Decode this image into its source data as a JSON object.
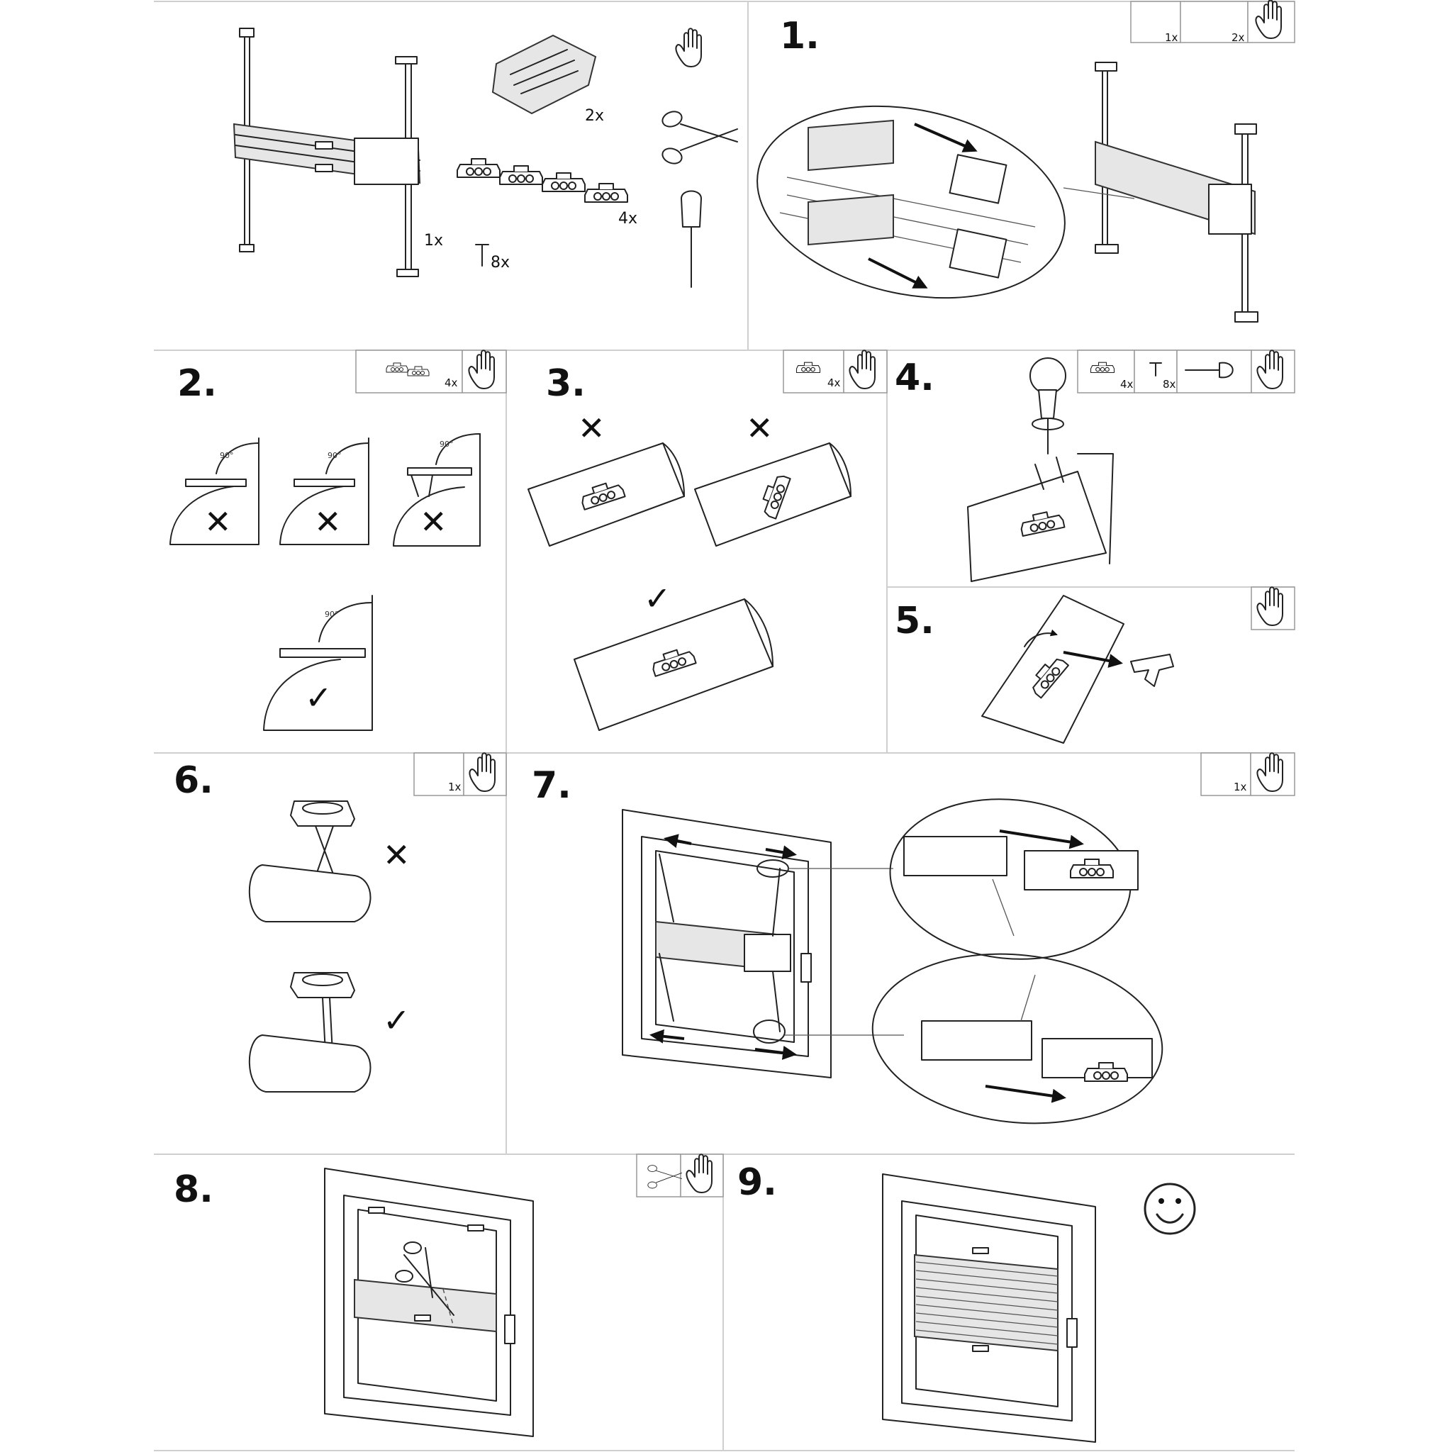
{
  "steps": [
    "1.",
    "2.",
    "3.",
    "4.",
    "5.",
    "6.",
    "7.",
    "8.",
    "9."
  ],
  "parts": {
    "blind_qty": "1x",
    "clip_qty": "2x",
    "bracket_qty": "4x",
    "screw_qty": "8x"
  },
  "step_icons": {
    "step1": [
      "1x",
      "2x"
    ],
    "step2": [
      "4x"
    ],
    "step3": [
      "4x"
    ],
    "step4": [
      "4x",
      "8x"
    ],
    "step6": [
      "1x"
    ],
    "step7": [
      "1x"
    ]
  },
  "angle_label": "90°",
  "marks": {
    "wrong": "✕",
    "right": "✓"
  },
  "icons": [
    "hand-icon",
    "scissors-icon",
    "screwdriver-icon",
    "screw-icon",
    "bracket-icon",
    "clip-icon",
    "blind-icon",
    "smiley-icon"
  ]
}
